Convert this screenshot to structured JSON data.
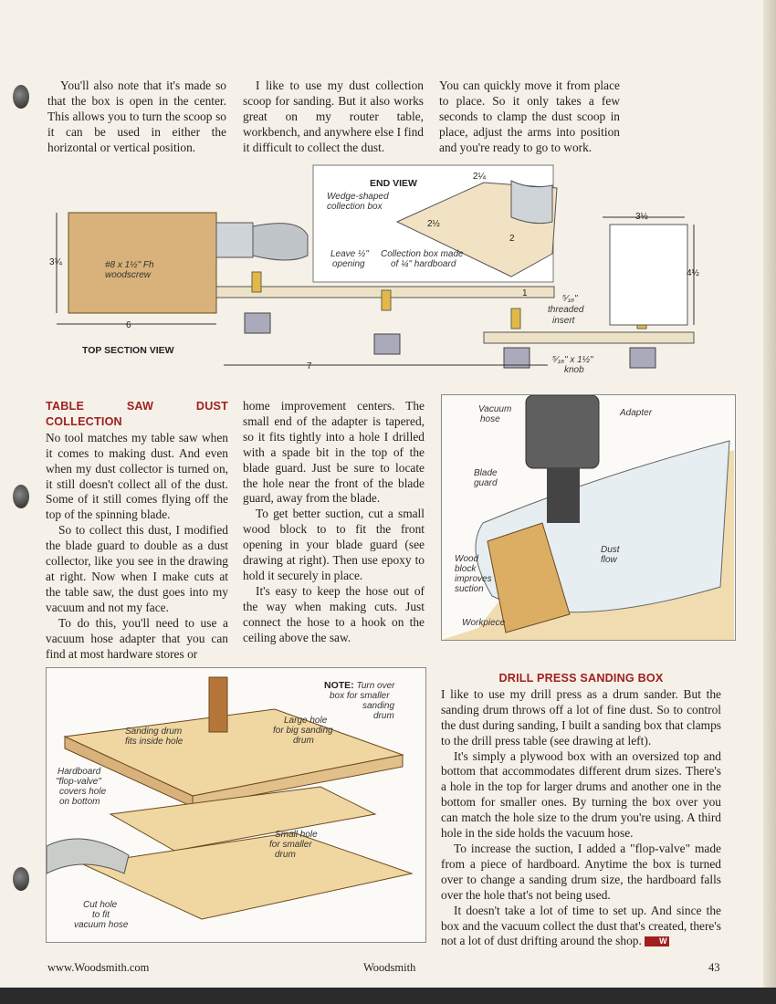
{
  "intro": {
    "col1": "You'll also note that it's made so that the box is open in the center. This allows you to turn the scoop so it can be used in either the horizontal or vertical position.",
    "col2": "I like to use my dust collection scoop for sanding. But it also works great on my router table, workbench, and anywhere else I find it difficult to collect the dust.",
    "col3": "You can quickly move it from place to place. So it only takes a few seconds to clamp the dust scoop in place, adjust the arms into position and you're ready to go to work."
  },
  "top_figure": {
    "end_view_title": "END VIEW",
    "wedge_label_1": "Wedge-shaped",
    "wedge_label_2": "collection box",
    "dim_2_1_4": "2¼",
    "dim_2_1_2": "2½",
    "dim_2": "2",
    "leave_1": "Leave ½\"",
    "leave_2": "opening",
    "collection_1": "Collection box made",
    "collection_2": "of ¼\" hardboard",
    "dim_3_3_4": "3¾",
    "screw_1": "#8 x 1½\" Fh",
    "screw_2": "woodscrew",
    "dim_6": "6",
    "dim_7": "7",
    "dim_1": "1",
    "dim_3_1_2": "3½",
    "dim_4_1_2": "4½",
    "insert_1": "⁵⁄₁₆\"",
    "insert_2": "threaded",
    "insert_3": "insert",
    "knob_1": "⁵⁄₁₆\" x 1½\"",
    "knob_2": "knob",
    "top_section_title": "TOP SECTION VIEW"
  },
  "table_saw": {
    "heading": "TABLE SAW DUST COLLECTION",
    "p1": "No tool matches my table saw when it comes to making dust. And even when my dust collector is turned on, it still doesn't collect all of the dust. Some of it still comes flying off the top of the spinning blade.",
    "p2": "So to collect this dust, I modified the blade guard to double as a dust collector, like you see in the drawing at right. Now when I make cuts at the table saw, the dust goes into my vacuum and not my face.",
    "p3": "To do this, you'll need to use a vacuum hose adapter that you can find at most hardware stores or",
    "p4": "home improvement centers. The small end of the adapter is tapered, so it fits tightly into a hole I drilled with a spade bit in the top of the blade guard. Just be sure to locate the hole near the front of the blade guard, away from the blade.",
    "p5": "To get better suction, cut a small wood block to to fit the front opening in your blade guard (see drawing at right). Then use epoxy to hold it securely in place.",
    "p6": "It's easy to keep the hose out of the way when making cuts. Just connect the hose to a hook on the ceiling above the saw."
  },
  "saw_figure": {
    "vacuum_1": "Vacuum",
    "vacuum_2": "hose",
    "adapter": "Adapter",
    "blade_1": "Blade",
    "blade_2": "guard",
    "wood_1": "Wood",
    "wood_2": "block",
    "wood_3": "improves",
    "wood_4": "suction",
    "dust_1": "Dust",
    "dust_2": "flow",
    "workpiece": "Workpiece"
  },
  "drill_figure": {
    "note_1": "NOTE:",
    "note_1b": "Turn over",
    "note_2": "box for smaller",
    "note_3": "sanding",
    "note_4": "drum",
    "large_1": "Large hole",
    "large_2": "for big sanding",
    "large_3": "drum",
    "sanding_1": "Sanding drum",
    "sanding_2": "fits inside hole",
    "hardboard_1": "Hardboard",
    "hardboard_2": "\"flop-valve\"",
    "hardboard_3": "covers hole",
    "hardboard_4": "on bottom",
    "small_1": "Small hole",
    "small_2": "for smaller",
    "small_3": "drum",
    "cut_1": "Cut hole",
    "cut_2": "to fit",
    "cut_3": "vacuum hose"
  },
  "drill_press": {
    "heading": "DRILL PRESS SANDING BOX",
    "p1": "I like to use my drill press as a drum sander. But the sanding drum throws off a lot of fine dust. So to control the dust during sanding, I built a sanding box that clamps to the drill press table (see drawing at left).",
    "p2": "It's simply a plywood box with an oversized top and bottom that accommodates different drum sizes. There's a hole in the top for larger drums and another one in the bottom for smaller ones. By turning the box over you can match the hole size to the drum you're using. A third hole in the side holds the vacuum hose.",
    "p3": "To increase the suction, I added a \"flop-valve\" made from a piece of hardboard. Anytime the box is turned over to change a sanding drum size, the hardboard falls over the hole that's not being used.",
    "p4": "It doesn't take a lot of time to set up. And since the box and the vacuum collect the dust that's created, there's not a lot of dust drifting around the shop.",
    "end_mark": "W"
  },
  "footer": {
    "url": "www.Woodsmith.com",
    "magazine": "Woodsmith",
    "page_number": "43"
  }
}
